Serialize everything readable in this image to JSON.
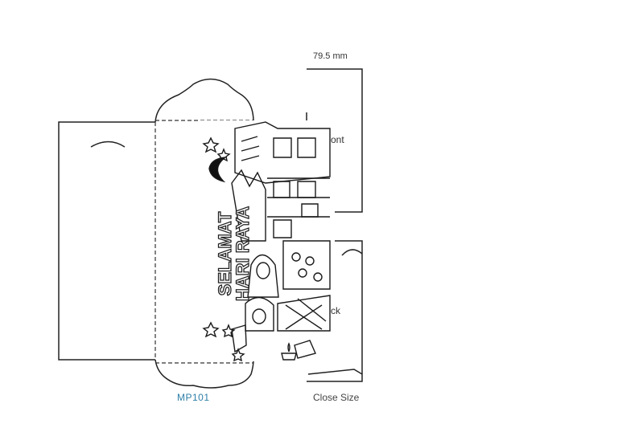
{
  "labels": {
    "dimension": "79.5 mm",
    "front": "ont",
    "back": "ck",
    "close_size": "Close Size",
    "product_code": "MP101"
  },
  "artwork": {
    "title_line1": "SELAMAT",
    "title_line2": "HARI RAYA"
  }
}
